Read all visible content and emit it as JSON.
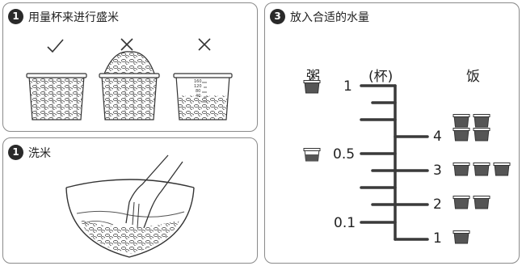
{
  "panel1": {
    "step": "1",
    "title": "用量杯来进行盛米"
  },
  "panel2": {
    "step": "1",
    "title": "洗米"
  },
  "panel3": {
    "step": "3",
    "title": "放入合适的水量",
    "col_left": "粥",
    "col_mid": "(杯)",
    "col_right": "饭",
    "left_marks": [
      "1",
      "0.5",
      "0.1"
    ],
    "right_marks": [
      "4",
      "3",
      "2",
      "1"
    ]
  },
  "cup_scale": [
    "160",
    "120",
    "80",
    "40"
  ]
}
